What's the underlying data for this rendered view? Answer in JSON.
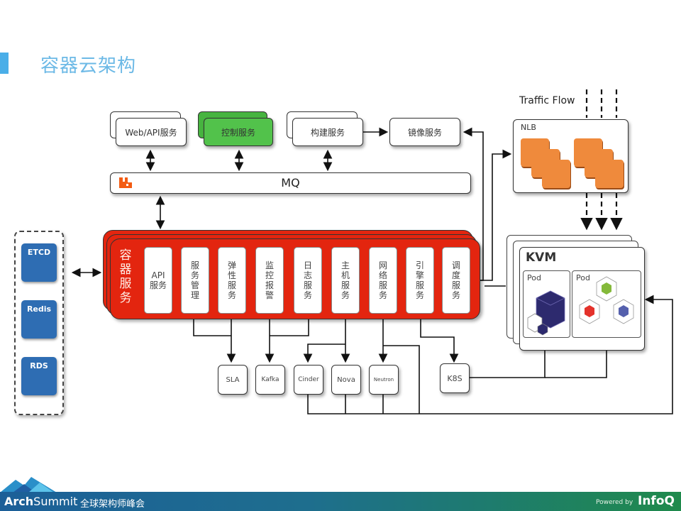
{
  "page": {
    "title": "容器云架构"
  },
  "top_services": {
    "web_api": "Web/API服务",
    "control": "控制服务",
    "build": "构建服务",
    "image": "镜像服务"
  },
  "mq": {
    "label": "MQ",
    "icon": "rabbitmq-icon"
  },
  "container_service": {
    "title": "容器服务",
    "services": [
      {
        "label": "API服务"
      },
      {
        "label": "服务管理"
      },
      {
        "label": "弹性服务"
      },
      {
        "label": "监控报警"
      },
      {
        "label": "日志服务"
      },
      {
        "label": "主机服务"
      },
      {
        "label": "网络服务"
      },
      {
        "label": "引擎服务"
      },
      {
        "label": "调度服务"
      }
    ]
  },
  "storage": {
    "items": [
      "ETCD",
      "Redis",
      "RDS"
    ]
  },
  "backends": {
    "sla": "SLA",
    "kafka": "Kafka",
    "cinder": "Cinder",
    "nova": "Nova",
    "neutron": "Neutron",
    "k8s": "K8S"
  },
  "traffic": {
    "label": "Traffic Flow",
    "nlb_label": "NLB"
  },
  "kvm": {
    "label": "KVM",
    "pods": [
      "Pod",
      "Pod"
    ]
  },
  "colors": {
    "accent_blue": "#4aaee8",
    "container_red": "#e3250f",
    "control_green": "#52c24b",
    "storage_blue": "#2e6db3",
    "nlb_orange": "#ef8a3c"
  },
  "footer": {
    "brand_bold": "Arch",
    "brand_rest": "Summit",
    "subtitle": "全球架构师峰会",
    "powered_by": "Powered by",
    "sponsor": "InfoQ"
  }
}
